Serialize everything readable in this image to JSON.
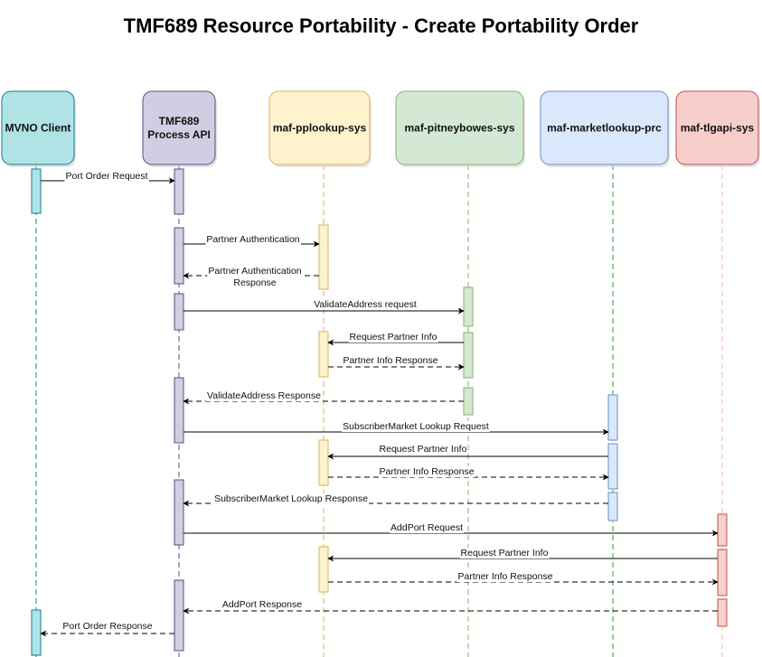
{
  "title": "TMF689 Resource Portability - Create Portability Order",
  "participants": [
    {
      "id": "mvno",
      "lines": [
        "MVNO Client"
      ],
      "fill": "#b0e3e6",
      "stroke": "#0e8088",
      "life": "#0e8088"
    },
    {
      "id": "tmf",
      "lines": [
        "TMF689",
        "Process API"
      ],
      "fill": "#d0cee2",
      "stroke": "#56517e",
      "life": "#56517e"
    },
    {
      "id": "pplookup",
      "lines": [
        "maf-pplookup-sys"
      ],
      "fill": "#fff2cc",
      "stroke": "#d6b656",
      "life": "#d6b656"
    },
    {
      "id": "pitney",
      "lines": [
        "maf-pitneybowes-sys"
      ],
      "fill": "#d5e8d4",
      "stroke": "#82b366",
      "life": "#82b366"
    },
    {
      "id": "market",
      "lines": [
        "maf-marketlookup-prc"
      ],
      "fill": "#dae8fc",
      "stroke": "#6c8ebf",
      "life": "#2e9b2e"
    },
    {
      "id": "tlgapi",
      "lines": [
        "maf-tlgapi-sys"
      ],
      "fill": "#f8cecc",
      "stroke": "#b85450",
      "life": "#f0b8b5"
    }
  ],
  "messages": [
    {
      "from": "mvno",
      "to": "tmf",
      "label": "Port Order Request",
      "type": "sync"
    },
    {
      "from": "tmf",
      "to": "pplookup",
      "label": "Partner Authentication",
      "type": "sync"
    },
    {
      "from": "pplookup",
      "to": "tmf",
      "label": "Partner Authentication Response",
      "type": "reply"
    },
    {
      "from": "tmf",
      "to": "pitney",
      "label": "ValidateAddress request",
      "type": "sync"
    },
    {
      "from": "pitney",
      "to": "pplookup",
      "label": "Request Partner Info",
      "type": "sync"
    },
    {
      "from": "pplookup",
      "to": "pitney",
      "label": "Partner Info Response",
      "type": "reply"
    },
    {
      "from": "pitney",
      "to": "tmf",
      "label": "ValidateAddress Response",
      "type": "reply"
    },
    {
      "from": "tmf",
      "to": "market",
      "label": "SubscriberMarket Lookup Request",
      "type": "sync"
    },
    {
      "from": "market",
      "to": "pplookup",
      "label": "Request Partner Info",
      "type": "sync"
    },
    {
      "from": "pplookup",
      "to": "market",
      "label": "Partner Info Response",
      "type": "reply"
    },
    {
      "from": "market",
      "to": "tmf",
      "label": "SubscriberMarket Lookup Response",
      "type": "reply"
    },
    {
      "from": "tmf",
      "to": "tlgapi",
      "label": "AddPort Request",
      "type": "sync"
    },
    {
      "from": "tlgapi",
      "to": "pplookup",
      "label": "Request Partner Info",
      "type": "sync"
    },
    {
      "from": "pplookup",
      "to": "tlgapi",
      "label": "Partner Info Response",
      "type": "reply"
    },
    {
      "from": "tlgapi",
      "to": "tmf",
      "label": "AddPort Response",
      "type": "reply"
    },
    {
      "from": "tmf",
      "to": "mvno",
      "label": "Port Order Response",
      "type": "reply"
    }
  ]
}
